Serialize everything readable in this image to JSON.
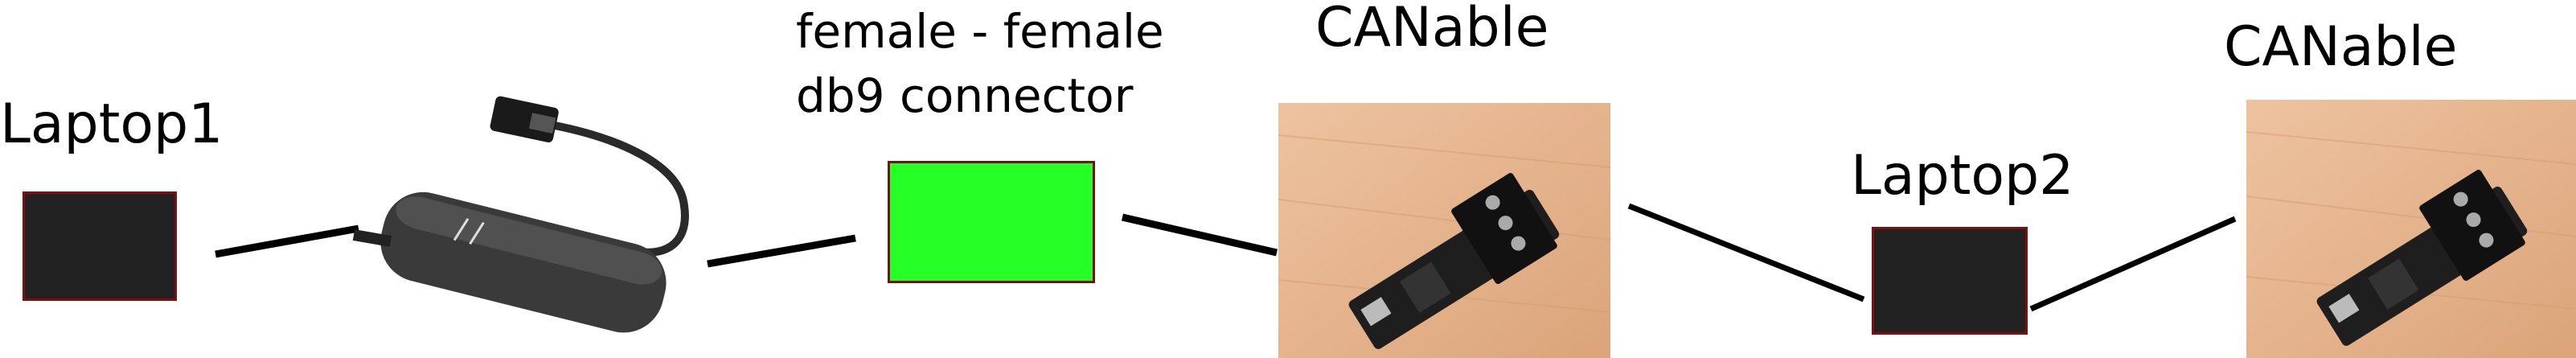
{
  "labels": {
    "laptop1": "Laptop1",
    "connector_line1": "female - female",
    "connector_line2": "db9 connector",
    "canable_1": "CANable",
    "laptop2": "Laptop2",
    "canable_2": "CANable"
  },
  "colors": {
    "laptop_fill": "#222222",
    "box_border": "#7a1010",
    "db9_fill": "#26ff26",
    "wood": "#e9b98f",
    "wire": "#000000"
  },
  "icons": {
    "adapter": "usb-can-adapter-photo",
    "board": "canable-board-photo"
  }
}
